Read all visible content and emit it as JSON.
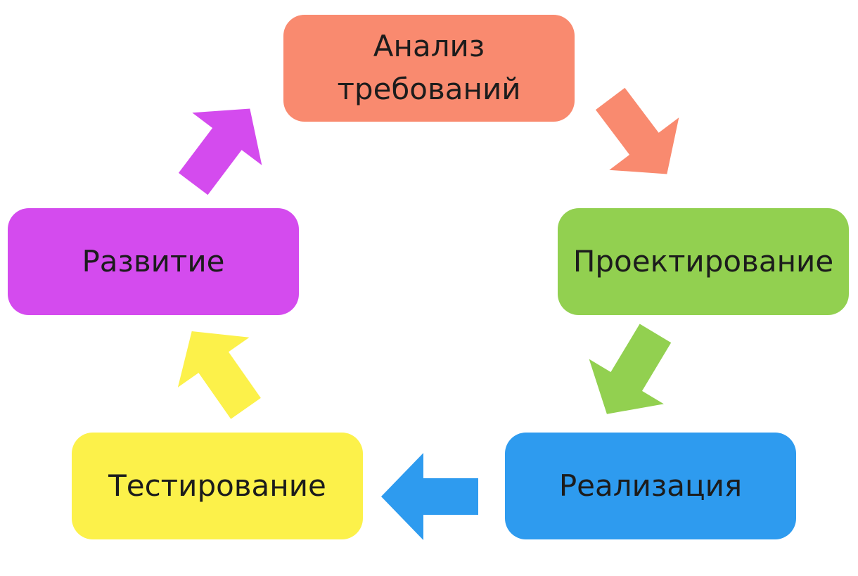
{
  "diagram": {
    "colors": {
      "analysis": "#F98A6F",
      "design": "#92D050",
      "implementation": "#2E9BEF",
      "testing": "#FCF14A",
      "evolution": "#D44BEE",
      "text": "#1c1c1c",
      "background": "#ffffff"
    },
    "stages": {
      "analysis": {
        "label": "Анализ\nтребований"
      },
      "design": {
        "label": "Проектирование"
      },
      "implementation": {
        "label": "Реализация"
      },
      "testing": {
        "label": "Тестирование"
      },
      "evolution": {
        "label": "Развитие"
      }
    },
    "arrows": [
      {
        "from": "analysis",
        "to": "design",
        "color_key": "analysis",
        "icon": "arrow-down-right-icon"
      },
      {
        "from": "design",
        "to": "implementation",
        "color_key": "design",
        "icon": "arrow-down-left-icon"
      },
      {
        "from": "implementation",
        "to": "testing",
        "color_key": "implementation",
        "icon": "arrow-left-icon"
      },
      {
        "from": "testing",
        "to": "evolution",
        "color_key": "testing",
        "icon": "arrow-up-left-icon"
      },
      {
        "from": "evolution",
        "to": "analysis",
        "color_key": "evolution",
        "icon": "arrow-up-right-icon"
      }
    ]
  }
}
